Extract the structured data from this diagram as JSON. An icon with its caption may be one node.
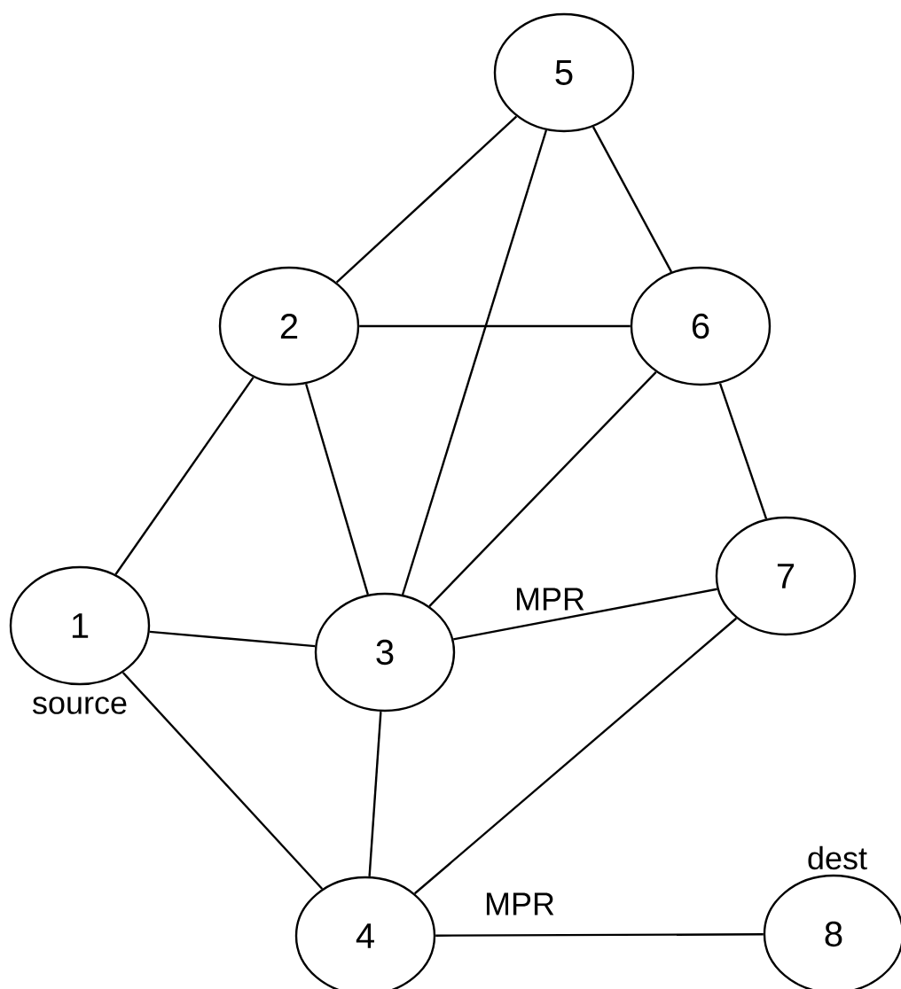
{
  "diagram": {
    "nodes": [
      {
        "text": [
          "5"
        ]
      },
      {
        "text": [
          "2"
        ]
      },
      {
        "text": [
          "6"
        ]
      },
      {
        "text": [
          "1"
        ],
        "beside": [
          "source"
        ]
      },
      {
        "text": [
          "3"
        ],
        "beside": [
          "MPR"
        ]
      },
      {
        "text": [
          "7"
        ]
      },
      {
        "text": [
          "4"
        ],
        "beside": [
          "MPR"
        ]
      },
      {
        "text": [
          "8"
        ],
        "beside": [
          "dest"
        ]
      }
    ],
    "edges": [
      {
        "from": 0,
        "to": 1,
        "arrow": "none"
      },
      {
        "from": 0,
        "to": 4,
        "arrow": "none"
      },
      {
        "from": 0,
        "to": 2,
        "arrow": "none"
      },
      {
        "from": 1,
        "to": 2,
        "arrow": "none"
      },
      {
        "from": 1,
        "to": 3,
        "arrow": "none"
      },
      {
        "from": 1,
        "to": 4,
        "arrow": "none"
      },
      {
        "from": 2,
        "to": 4,
        "arrow": "none"
      },
      {
        "from": 2,
        "to": 5,
        "arrow": "none"
      },
      {
        "from": 3,
        "to": 4,
        "arrow": "none"
      },
      {
        "from": 3,
        "to": 6,
        "arrow": "none"
      },
      {
        "from": 4,
        "to": 5,
        "arrow": "none"
      },
      {
        "from": 4,
        "to": 6,
        "arrow": "none"
      },
      {
        "from": 5,
        "to": 6,
        "arrow": "none"
      },
      {
        "from": 6,
        "to": 7,
        "arrow": "none"
      }
    ]
  }
}
